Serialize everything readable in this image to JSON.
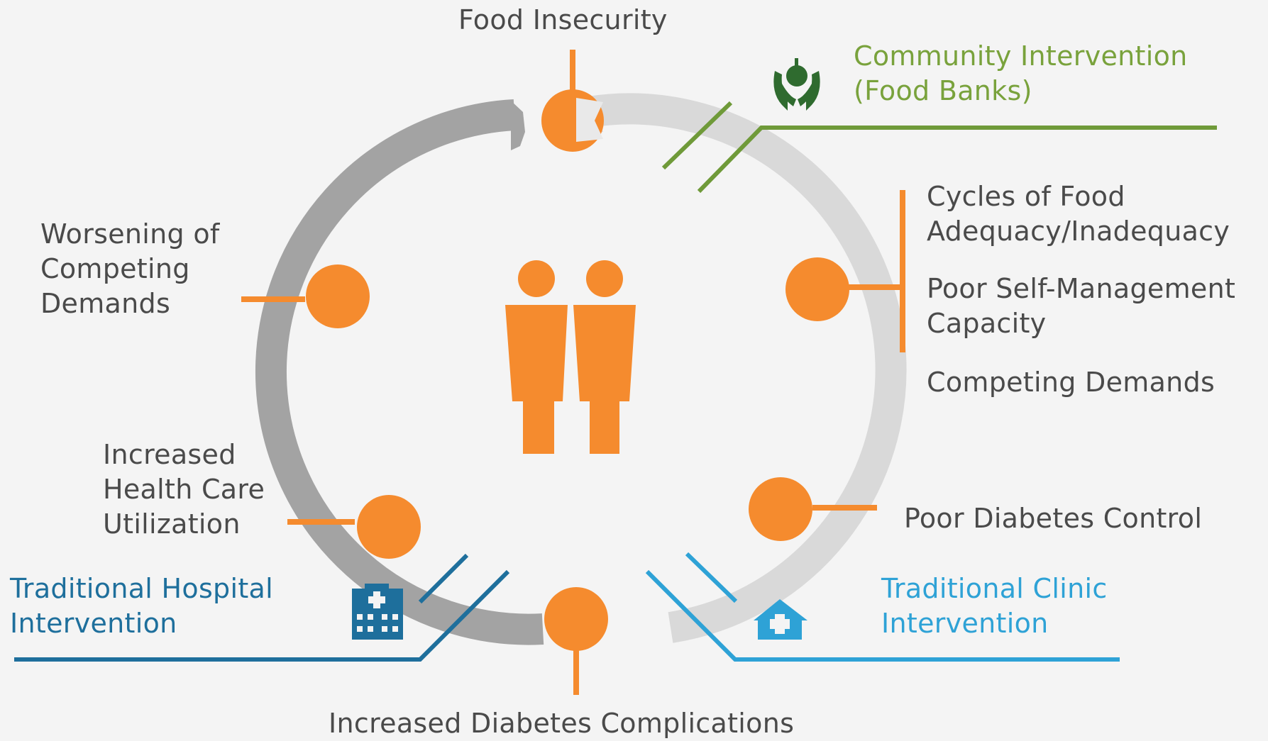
{
  "colors": {
    "orange": "#f58b2e",
    "ring_dark": "#a3a3a3",
    "ring_light": "#d9d9d9",
    "green": "#6f9a39",
    "green_icon": "#2f6b2f",
    "blue_dark": "#1e6f9c",
    "blue_light": "#2ea2d6",
    "text": "#4a4a4a"
  },
  "nodes": {
    "food_insecurity": "Food Insecurity",
    "cycles": [
      "Cycles of Food",
      "Adequacy/Inadequacy"
    ],
    "self_management": [
      "Poor Self-Management",
      "Capacity"
    ],
    "competing_demands": "Competing Demands",
    "poor_control": "Poor Diabetes Control",
    "complications": "Increased Diabetes Complications",
    "utilization": [
      "Increased",
      "Health Care",
      "Utilization"
    ],
    "worsening": [
      "Worsening of",
      "Competing",
      "Demands"
    ]
  },
  "interventions": {
    "community": [
      "Community Intervention",
      "(Food Banks)"
    ],
    "clinic": [
      "Traditional Clinic",
      "Intervention"
    ],
    "hospital": [
      "Traditional Hospital",
      "Intervention"
    ]
  },
  "icons": {
    "center": "two-people-icon",
    "community": "hands-apple-icon",
    "clinic": "clinic-house-icon",
    "hospital": "hospital-building-icon"
  }
}
